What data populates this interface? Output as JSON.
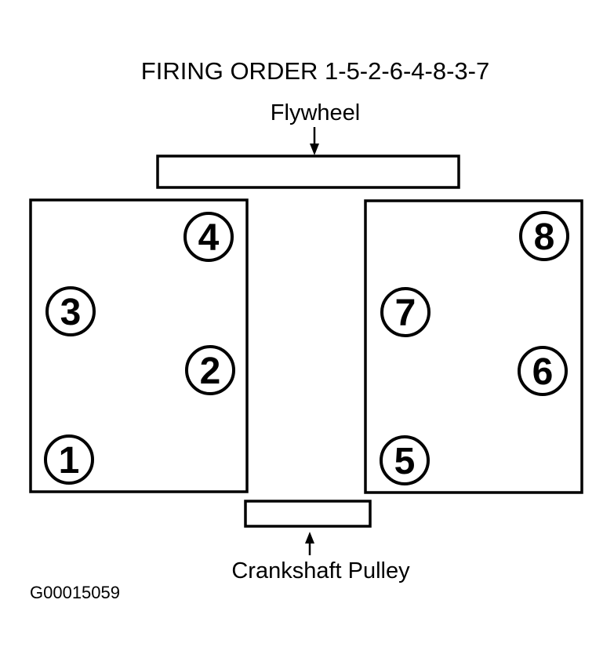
{
  "title": "FIRING ORDER 1-5-2-6-4-8-3-7",
  "flywheel_label": "Flywheel",
  "pulley_label": "Crankshaft Pulley",
  "figure_id": "G00015059",
  "left_bank": {
    "cylinders": [
      "4",
      "3",
      "2",
      "1"
    ]
  },
  "right_bank": {
    "cylinders": [
      "8",
      "7",
      "6",
      "5"
    ]
  },
  "colors": {
    "ink": "#000000",
    "background": "#ffffff"
  }
}
